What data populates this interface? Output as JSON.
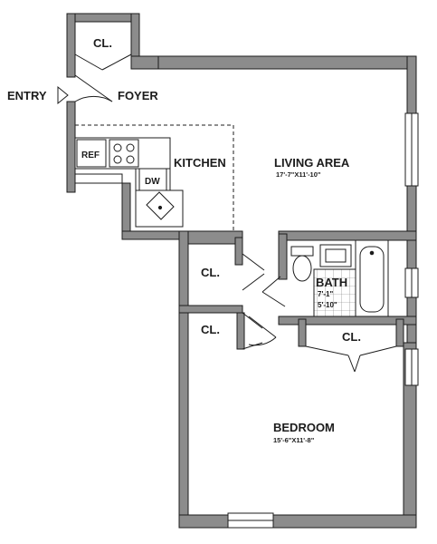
{
  "entry": {
    "label": "ENTRY"
  },
  "rooms": {
    "foyer": {
      "label": "FOYER"
    },
    "kitchen": {
      "label": "KITCHEN"
    },
    "living": {
      "label": "LIVING AREA",
      "dims": "17'-7\"X11'-10\""
    },
    "bath": {
      "label": "BATH",
      "dims_line1": "7'-1\"",
      "dims_line2": "5'-10\""
    },
    "bedroom": {
      "label": "BEDROOM",
      "dims": "15'-6\"X11'-8\""
    }
  },
  "closets": {
    "foyer": "CL.",
    "hall_upper": "CL.",
    "hall_lower": "CL.",
    "bedroom": "CL."
  },
  "appliances": {
    "refrigerator": "REF",
    "dishwasher": "DW"
  },
  "colors": {
    "wall_fill": "#8c8c8c",
    "line": "#1c1c1c",
    "background": "#ffffff"
  }
}
